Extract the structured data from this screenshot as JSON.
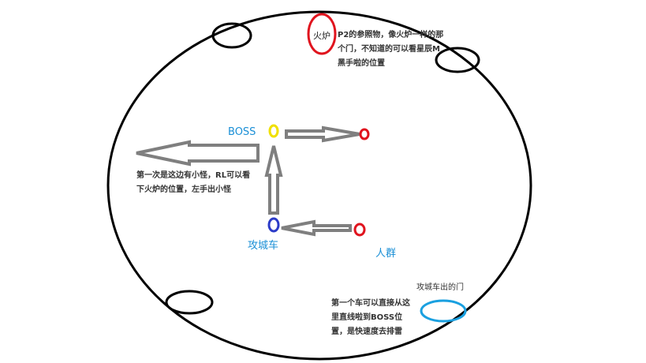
{
  "labels": {
    "boss": "BOSS",
    "siege_cart": "攻城车",
    "crowd": "人群",
    "fire": "火炉"
  },
  "notes": {
    "fire_reference": "P2的参照物，像火炉一样的那个门，不知道的可以看星辰M黑手啦的位置",
    "first_mobs": "第一次是这边有小怪，RL可以看下火炉的位置，左手出小怪",
    "siege_door": "攻城车出的门",
    "first_cart": "第一个车可以直接从这里直线啦到BOSS位置，是快速度去排雷"
  },
  "colors": {
    "outline": "#000000",
    "arrow_fill": "#ffffff",
    "arrow_stroke": "#7f7f7f",
    "boss_marker": "#f0e000",
    "siege_marker": "#2b3bc8",
    "crowd_marker": "#e0141e",
    "fire_circle": "#e0141e",
    "door_circle": "#1aa0e0",
    "label_blue": "#1a8fd6"
  }
}
